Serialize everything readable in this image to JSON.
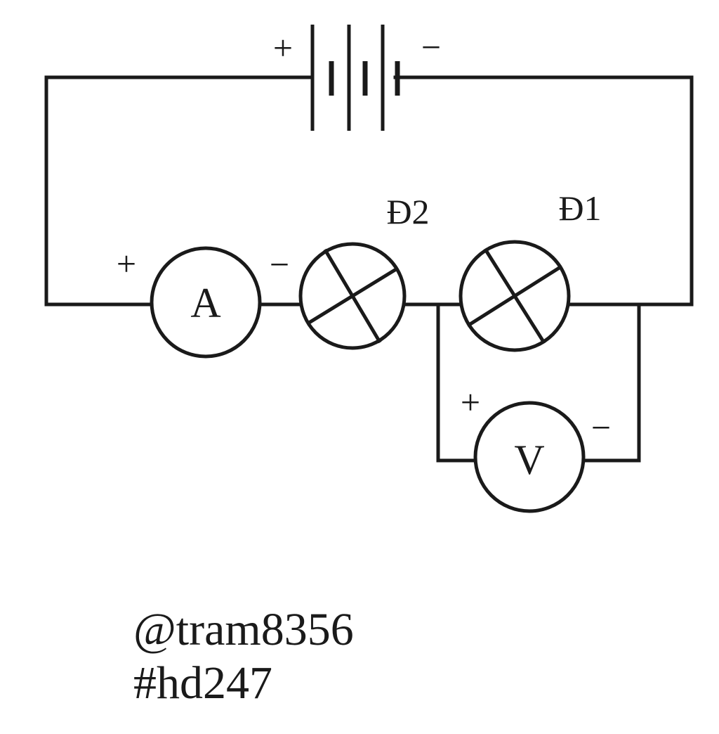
{
  "diagram": {
    "battery": {
      "plus_sign": "+",
      "minus_sign": "−"
    },
    "ammeter": {
      "symbol": "A",
      "plus_sign": "+",
      "minus_sign": "−"
    },
    "lamp_1": {
      "label": "Đ1"
    },
    "lamp_2": {
      "label": "Đ2"
    },
    "voltmeter": {
      "symbol": "V",
      "plus_sign": "+",
      "minus_sign": "−"
    },
    "colors": {
      "line": "#1a1a1a",
      "background": "#ffffff"
    }
  },
  "credits": {
    "author": "@tram8356",
    "tag": "#hd247"
  }
}
